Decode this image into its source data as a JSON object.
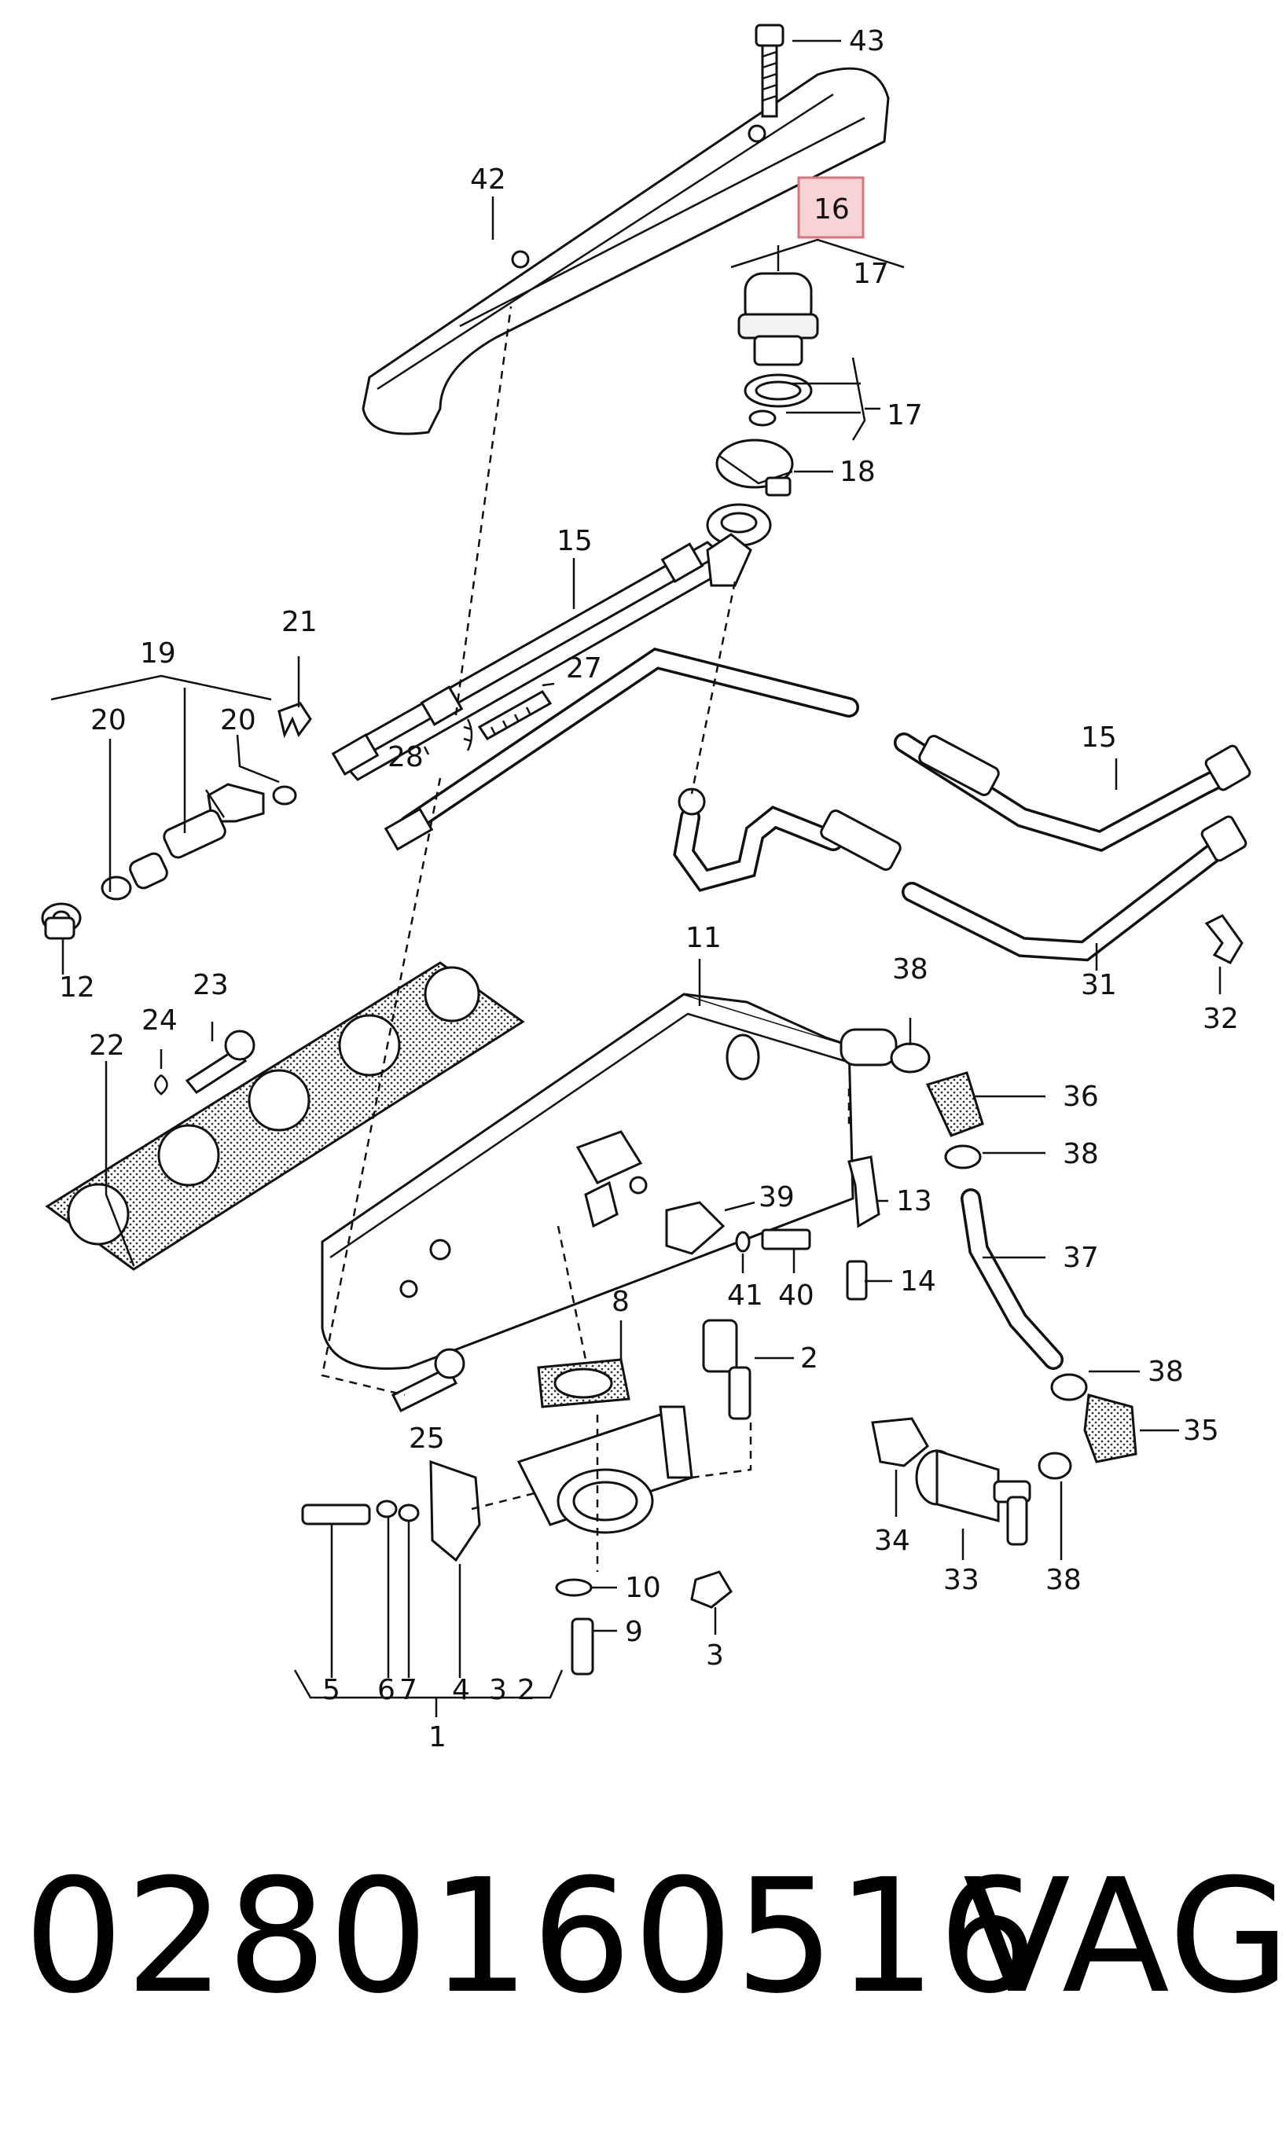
{
  "caption": {
    "part_number": "0280160516",
    "brand": "VAG"
  },
  "highlight": "16",
  "labels": [
    {
      "id": "43",
      "text": "43"
    },
    {
      "id": "42",
      "text": "42"
    },
    {
      "id": "16",
      "text": "16"
    },
    {
      "id": "17a",
      "text": "17"
    },
    {
      "id": "17b",
      "text": "17"
    },
    {
      "id": "18",
      "text": "18"
    },
    {
      "id": "15a",
      "text": "15"
    },
    {
      "id": "15b",
      "text": "15"
    },
    {
      "id": "21",
      "text": "21"
    },
    {
      "id": "19",
      "text": "19"
    },
    {
      "id": "27",
      "text": "27"
    },
    {
      "id": "20a",
      "text": "20"
    },
    {
      "id": "20b",
      "text": "20"
    },
    {
      "id": "28",
      "text": "28"
    },
    {
      "id": "12",
      "text": "12"
    },
    {
      "id": "31",
      "text": "31"
    },
    {
      "id": "32",
      "text": "32"
    },
    {
      "id": "11",
      "text": "11"
    },
    {
      "id": "38a",
      "text": "38"
    },
    {
      "id": "23",
      "text": "23"
    },
    {
      "id": "24",
      "text": "24"
    },
    {
      "id": "22",
      "text": "22"
    },
    {
      "id": "36",
      "text": "36"
    },
    {
      "id": "38b",
      "text": "38"
    },
    {
      "id": "39",
      "text": "39"
    },
    {
      "id": "13",
      "text": "13"
    },
    {
      "id": "37",
      "text": "37"
    },
    {
      "id": "41",
      "text": "41"
    },
    {
      "id": "40",
      "text": "40"
    },
    {
      "id": "14",
      "text": "14"
    },
    {
      "id": "8",
      "text": "8"
    },
    {
      "id": "2",
      "text": "2"
    },
    {
      "id": "38c",
      "text": "38"
    },
    {
      "id": "25",
      "text": "25"
    },
    {
      "id": "35",
      "text": "35"
    },
    {
      "id": "34",
      "text": "34"
    },
    {
      "id": "33",
      "text": "33"
    },
    {
      "id": "38d",
      "text": "38"
    },
    {
      "id": "10",
      "text": "10"
    },
    {
      "id": "9",
      "text": "9"
    },
    {
      "id": "3",
      "text": "3"
    },
    {
      "id": "5",
      "text": "5"
    },
    {
      "id": "6",
      "text": "6"
    },
    {
      "id": "7",
      "text": "7"
    },
    {
      "id": "4",
      "text": "4"
    },
    {
      "id": "3b",
      "text": "3"
    },
    {
      "id": "2b",
      "text": "2"
    },
    {
      "id": "1",
      "text": "1"
    }
  ]
}
